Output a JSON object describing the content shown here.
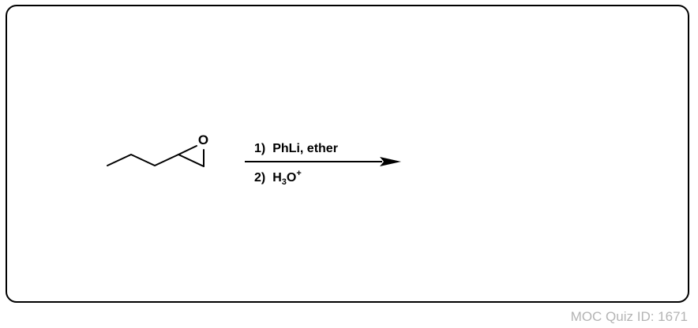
{
  "reactant": {
    "name": "2-propyloxirane",
    "oxygen_label": "O"
  },
  "conditions": {
    "step1_number": "1)",
    "step1_reagents": "PhLi, ether",
    "step2_number": "2)",
    "step2_reagent_prefix": "H",
    "step2_subscript": "3",
    "step2_suffix": "O",
    "step2_superscript": "+"
  },
  "footer": {
    "quiz_id": "MOC Quiz ID: 1671"
  }
}
